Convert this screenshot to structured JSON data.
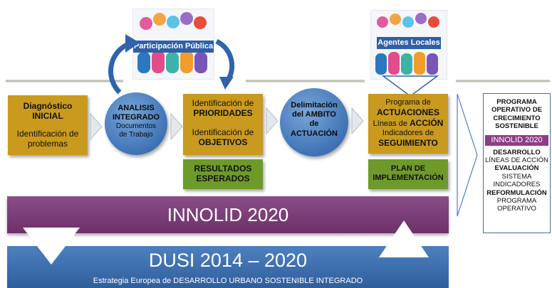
{
  "boxes": {
    "diagnostico": {
      "l1": "Diagnóstico",
      "l2": "INICIAL",
      "l3": "Identificación de",
      "l4": "problemas"
    },
    "analisis": {
      "l1": "ANALISIS",
      "l2": "INTEGRADO",
      "l3": "Documentos",
      "l4": "de Trabajo"
    },
    "prioridades": {
      "l1": "Identificación de",
      "l2": "PRIORIDADES",
      "l3": "Identificación de",
      "l4": "OBJETIVOS"
    },
    "resultados": {
      "l1": "RESULTADOS",
      "l2": "ESPERADOS"
    },
    "delimitacion": {
      "l1": "Delimitación",
      "l2": "del AMBITO",
      "l3": "de",
      "l4": "ACTUACIÓN"
    },
    "programa": {
      "l1": "Programa de",
      "l2": "ACTUACIONES",
      "l3a": "Líneas de ",
      "l3b": "ACCIÓN",
      "l4": "Indicadores de",
      "l5": "SEGUIMIENTO"
    },
    "plan": {
      "l1": "PLAN DE",
      "l2": "IMPLEMENTACIÓN"
    }
  },
  "images": {
    "participacion": "Participación Pública",
    "agentes": "Agentes Locales"
  },
  "side_panel": {
    "t1": "PROGRAMA",
    "t2": "OPERATIVO DE",
    "t3": "CRECIMIENTO",
    "t4": "SOSTENIBLE",
    "innolid": "INNOLID 2020",
    "d1": "DESARROLLO",
    "d2": "LÍNEAS DE ACCIÓN",
    "e1": "EVALUACIÓN",
    "e2": "SISTEMA",
    "e3": "INDICADORES",
    "r1": "REFORMULACIÓN",
    "r2": "PROGRAMA",
    "r3": "OPERATIVO"
  },
  "bands": {
    "innolid": "INNOLID 2020",
    "dusi": "DUSI 2014 – 2020",
    "dusi_sub": "Estrategia Europea de DESARROLLO URBANO SOSTENIBLE INTEGRADO"
  },
  "colors": {
    "gold": "#c99a1d",
    "green": "#6e9a2a",
    "purple": "#7a3d78",
    "blue": "#3d6fae",
    "innolid_box": "#8e3d86"
  }
}
